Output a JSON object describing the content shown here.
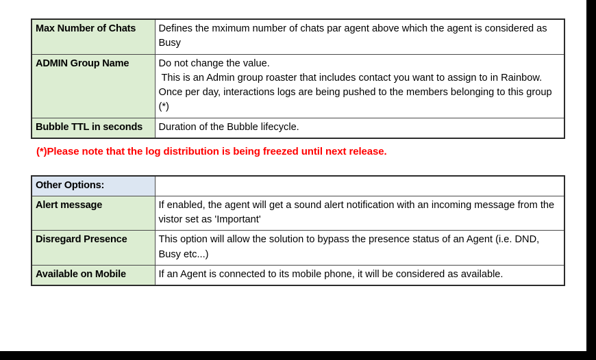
{
  "document": {
    "tables": [
      {
        "name": "settings-table",
        "rows": [
          {
            "key": "Max Number of Chats",
            "key_style": "green",
            "lines": [
              "Defines the mximum number of chats par agent above which the agent is considered as Busy"
            ]
          },
          {
            "key": "ADMIN Group Name",
            "key_style": "green",
            "lines": [
              "Do not change the value.",
              " This is an Admin group roaster that includes contact you want to assign to in Rainbow.",
              "Once per day, interactions logs are being pushed to the members belonging to this group (*)"
            ]
          },
          {
            "key": "Bubble TTL in seconds",
            "key_style": "green",
            "lines": [
              "Duration of the Bubble lifecycle."
            ]
          }
        ]
      },
      {
        "name": "other-options-table",
        "rows": [
          {
            "key": "Other Options:",
            "key_style": "blue",
            "lines": []
          },
          {
            "key": "Alert message",
            "key_style": "green",
            "lines": [
              "If enabled, the agent will get a sound alert notification with an incoming message from the vistor set as 'Important'"
            ]
          },
          {
            "key": "Disregard Presence",
            "key_style": "green",
            "lines": [
              "This option will allow the solution to bypass the presence status of an Agent (i.e. DND, Busy etc...)"
            ]
          },
          {
            "key": "Available on Mobile",
            "key_style": "green",
            "lines": [
              "If an Agent is connected to its mobile phone, it will be considered as available."
            ]
          }
        ]
      }
    ],
    "footnote": "(*)Please note that the log distribution is being freezed until next release.",
    "colors": {
      "key_green": "#dcedd2",
      "key_blue": "#dce6f2",
      "note_red": "#ff0000",
      "border": "#4a4a4a",
      "outer_border": "#2b2b2b",
      "frame": "#000000"
    }
  }
}
